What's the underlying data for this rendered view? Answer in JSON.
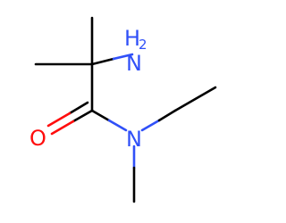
{
  "molecule": {
    "atoms": {
      "amine_h": "H",
      "amine_sub": "2",
      "amine_n": "N",
      "carbonyl_o": "O",
      "amide_n": "N"
    },
    "colors": {
      "nitrogen": "#3050f8",
      "oxygen": "#ff0d0d",
      "carbon_bond": "#000000"
    }
  }
}
